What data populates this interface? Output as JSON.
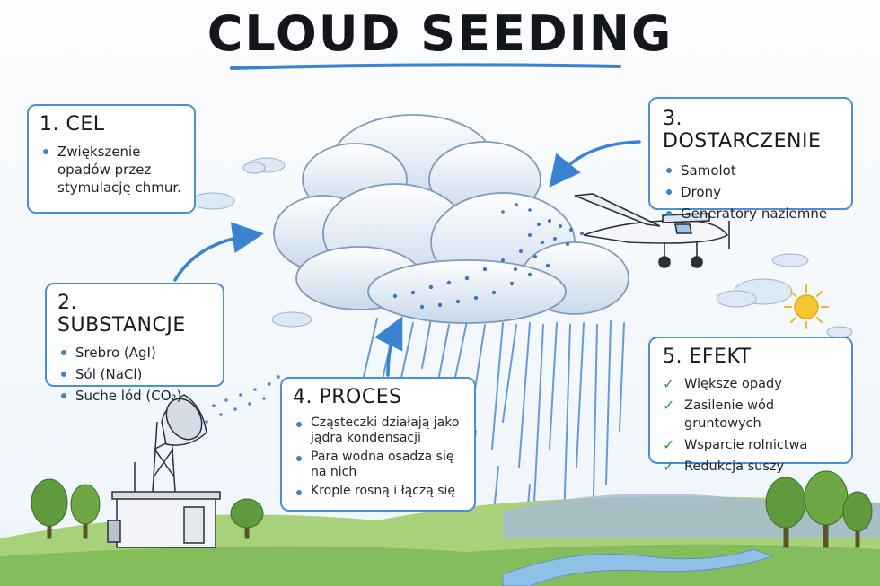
{
  "title": "CLOUD SEEDING",
  "colors": {
    "accent_blue": "#4b8fd6",
    "check_green": "#2f9a3a",
    "grass": "#8fc46a",
    "sun": "#f6c630"
  },
  "sections": {
    "cel": {
      "heading": "1. CEL",
      "items": [
        "Zwiększenie opadów przez stymulację chmur."
      ]
    },
    "substancje": {
      "heading": "2. SUBSTANCJE",
      "items": [
        "Srebro (AgI)",
        "Sól (NaCl)",
        "Suche lód (CO₂)"
      ]
    },
    "dostarczenie": {
      "heading": "3. DOSTARCZENIE",
      "items": [
        "Samolot",
        "Drony",
        "Generatory naziemne"
      ]
    },
    "proces": {
      "heading": "4. PROCES",
      "items": [
        "Cząsteczki działają jako jądra kondensacji",
        "Para wodna osadza się na nich",
        "Krople rosną i łączą się"
      ]
    },
    "efekt": {
      "heading": "5. EFEKT",
      "items": [
        "Większe opady",
        "Zasilenie wód gruntowych",
        "Wsparcie rolnictwa",
        "Redukcja suszy"
      ]
    }
  },
  "icons": {
    "check": "check-icon",
    "bullet": "bullet-dot-icon"
  }
}
